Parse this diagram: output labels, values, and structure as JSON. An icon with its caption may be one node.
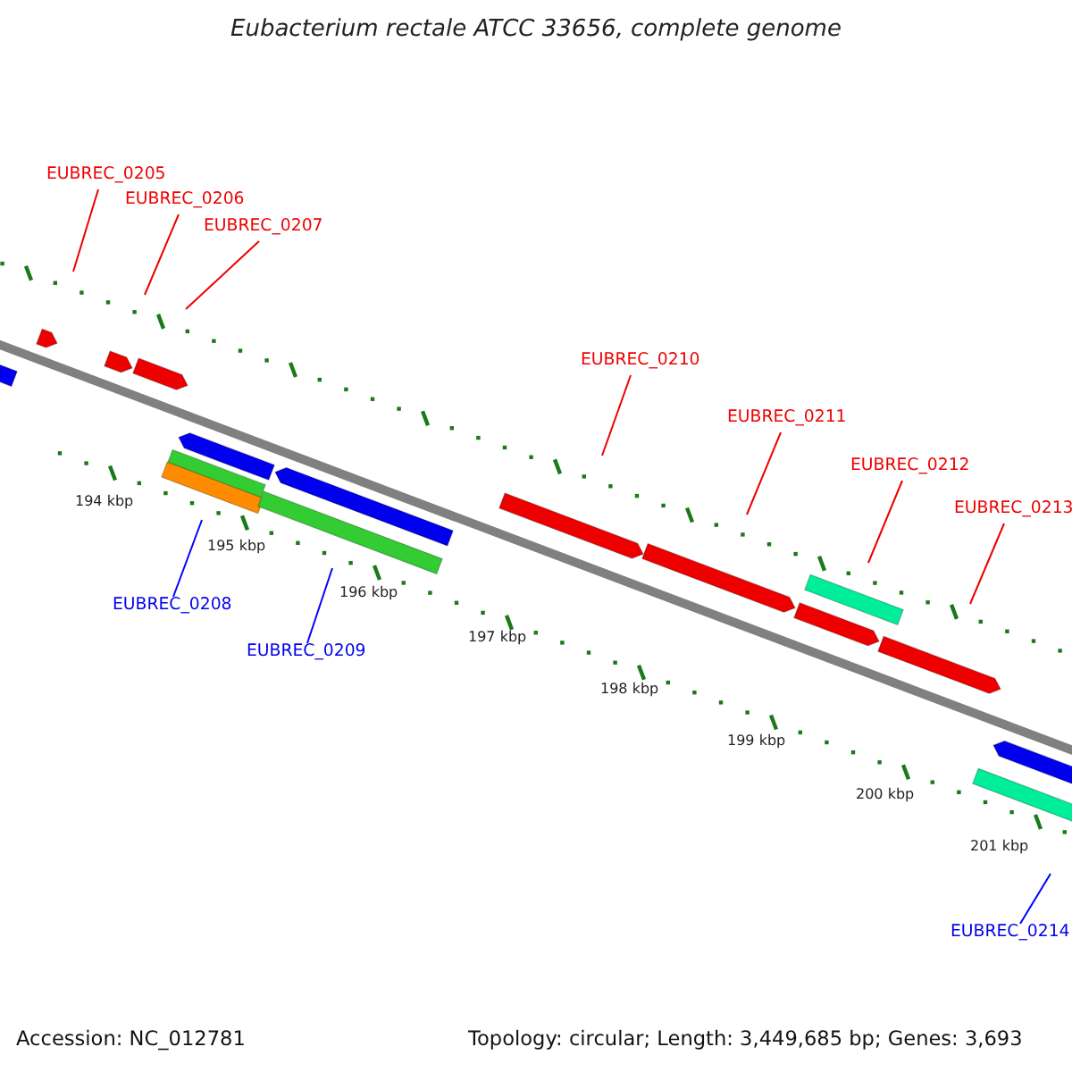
{
  "diagram": {
    "title": "Eubacterium rectale ATCC 33656, complete genome",
    "nodes": [
      {
        "text": [
          "EUBREC_0205"
        ]
      },
      {
        "text": [
          "EUBREC_0206"
        ]
      },
      {
        "text": [
          "EUBREC_0207"
        ]
      },
      {
        "text": [
          "EUBREC_0208"
        ]
      },
      {
        "text": [
          "EUBREC_0209"
        ]
      },
      {
        "text": [
          "EUBREC_0210"
        ]
      },
      {
        "text": [
          "EUBREC_0211"
        ]
      },
      {
        "text": [
          "EUBREC_0212"
        ]
      },
      {
        "text": [
          "EUBREC_0213"
        ]
      },
      {
        "text": [
          "EUBREC_0214"
        ]
      }
    ],
    "edges": [
      {
        "from": 0,
        "to": null,
        "arrow": "none"
      },
      {
        "from": 1,
        "to": null,
        "arrow": "none"
      },
      {
        "from": 2,
        "to": null,
        "arrow": "none"
      },
      {
        "from": 3,
        "to": null,
        "arrow": "none",
        "color": "#0000ff"
      },
      {
        "from": 4,
        "to": null,
        "arrow": "none",
        "color": "#0000ff"
      },
      {
        "from": 5,
        "to": null,
        "arrow": "none"
      },
      {
        "from": 6,
        "to": null,
        "arrow": "none"
      },
      {
        "from": 7,
        "to": null,
        "arrow": "none"
      },
      {
        "from": 8,
        "to": null,
        "arrow": "none"
      },
      {
        "from": 9,
        "to": null,
        "arrow": "none",
        "color": "#0000ff"
      }
    ],
    "labels": [
      "194 kbp",
      "195 kbp",
      "196 kbp",
      "197 kbp",
      "198 kbp",
      "199 kbp",
      "200 kbp",
      "201 kbp",
      "Accession: NC_012781",
      "Topology: circular; Length: 3,449,685 bp; Genes: 3,693"
    ]
  }
}
